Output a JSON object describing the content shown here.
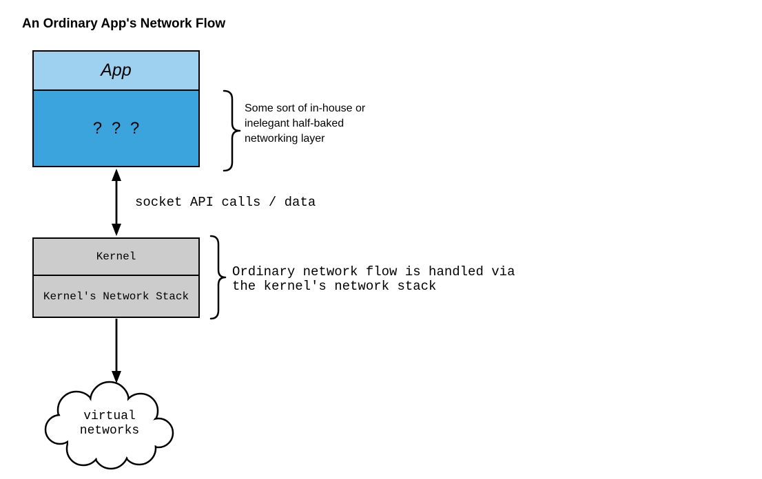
{
  "title": "An Ordinary App's Network Flow",
  "colors": {
    "app_fill": "#9ed1f0",
    "mystery_layer_fill": "#3ba4dc",
    "kernel_fill": "#cccccc",
    "stroke": "#000000",
    "background": "#ffffff"
  },
  "app_stack": {
    "app": "App",
    "mystery_layer": "? ? ?"
  },
  "layer_note": {
    "line1": "Some sort of in-house or",
    "line2": "inelegant half-baked",
    "line3": "networking layer"
  },
  "socket_arrow": {
    "label": "socket API calls / data"
  },
  "kernel_stack": {
    "kernel": "Kernel",
    "network_stack": "Kernel's Network Stack"
  },
  "kernel_note": {
    "line1": "Ordinary network flow is handled via",
    "line2": "the kernel's network stack"
  },
  "cloud": {
    "line1": "virtual",
    "line2": "networks"
  }
}
